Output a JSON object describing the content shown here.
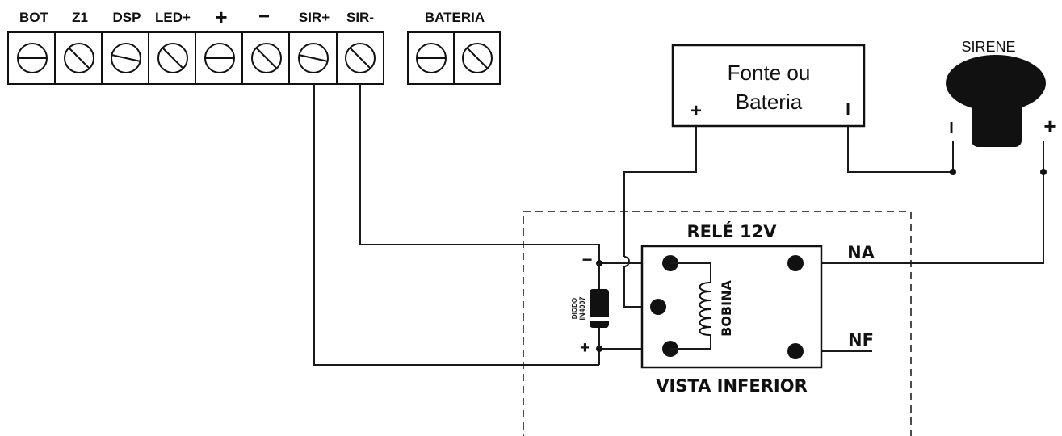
{
  "terminals": {
    "labels": [
      "BOT",
      "Z1",
      "DSP",
      "LED+",
      "+",
      "−",
      "SIR+",
      "SIR-"
    ],
    "battery_label": "BATERIA"
  },
  "source": {
    "line1": "Fonte ou",
    "line2": "Bateria",
    "plus": "+",
    "minus": "I"
  },
  "siren": {
    "label": "SIRENE",
    "minus": "I",
    "plus": "+"
  },
  "relay": {
    "title": "RELÉ 12V",
    "bottom": "VISTA INFERIOR",
    "coil": "BOBINA",
    "na": "NA",
    "nf": "NF"
  },
  "diode": {
    "line1": "DIODO",
    "line2": "IN4007",
    "minus": "−",
    "plus": "+"
  }
}
